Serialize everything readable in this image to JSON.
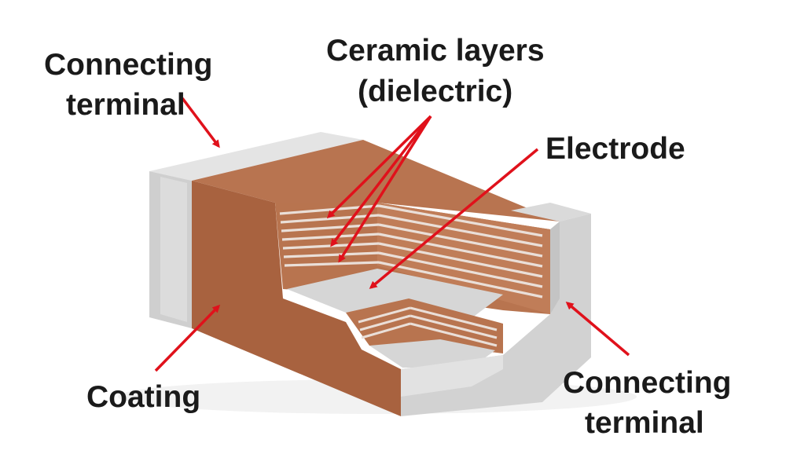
{
  "labels": {
    "connecting_terminal_top_left": [
      "Connecting",
      "terminal"
    ],
    "ceramic_layers": [
      "Ceramic layers",
      "(dielectric)"
    ],
    "electrode": "Electrode",
    "coating": "Coating",
    "connecting_terminal_bottom_right": [
      "Connecting",
      "terminal"
    ]
  },
  "colors": {
    "ceramic": "#b06f4c",
    "ceramic_dark": "#9a5c3c",
    "ceramic_light": "#c98a66",
    "terminal": "#d9d9d9",
    "terminal_dark": "#bdbdbd",
    "electrode_lines": "#e8e0da",
    "arrow": "#e0111b",
    "text": "#1a1a1a"
  }
}
